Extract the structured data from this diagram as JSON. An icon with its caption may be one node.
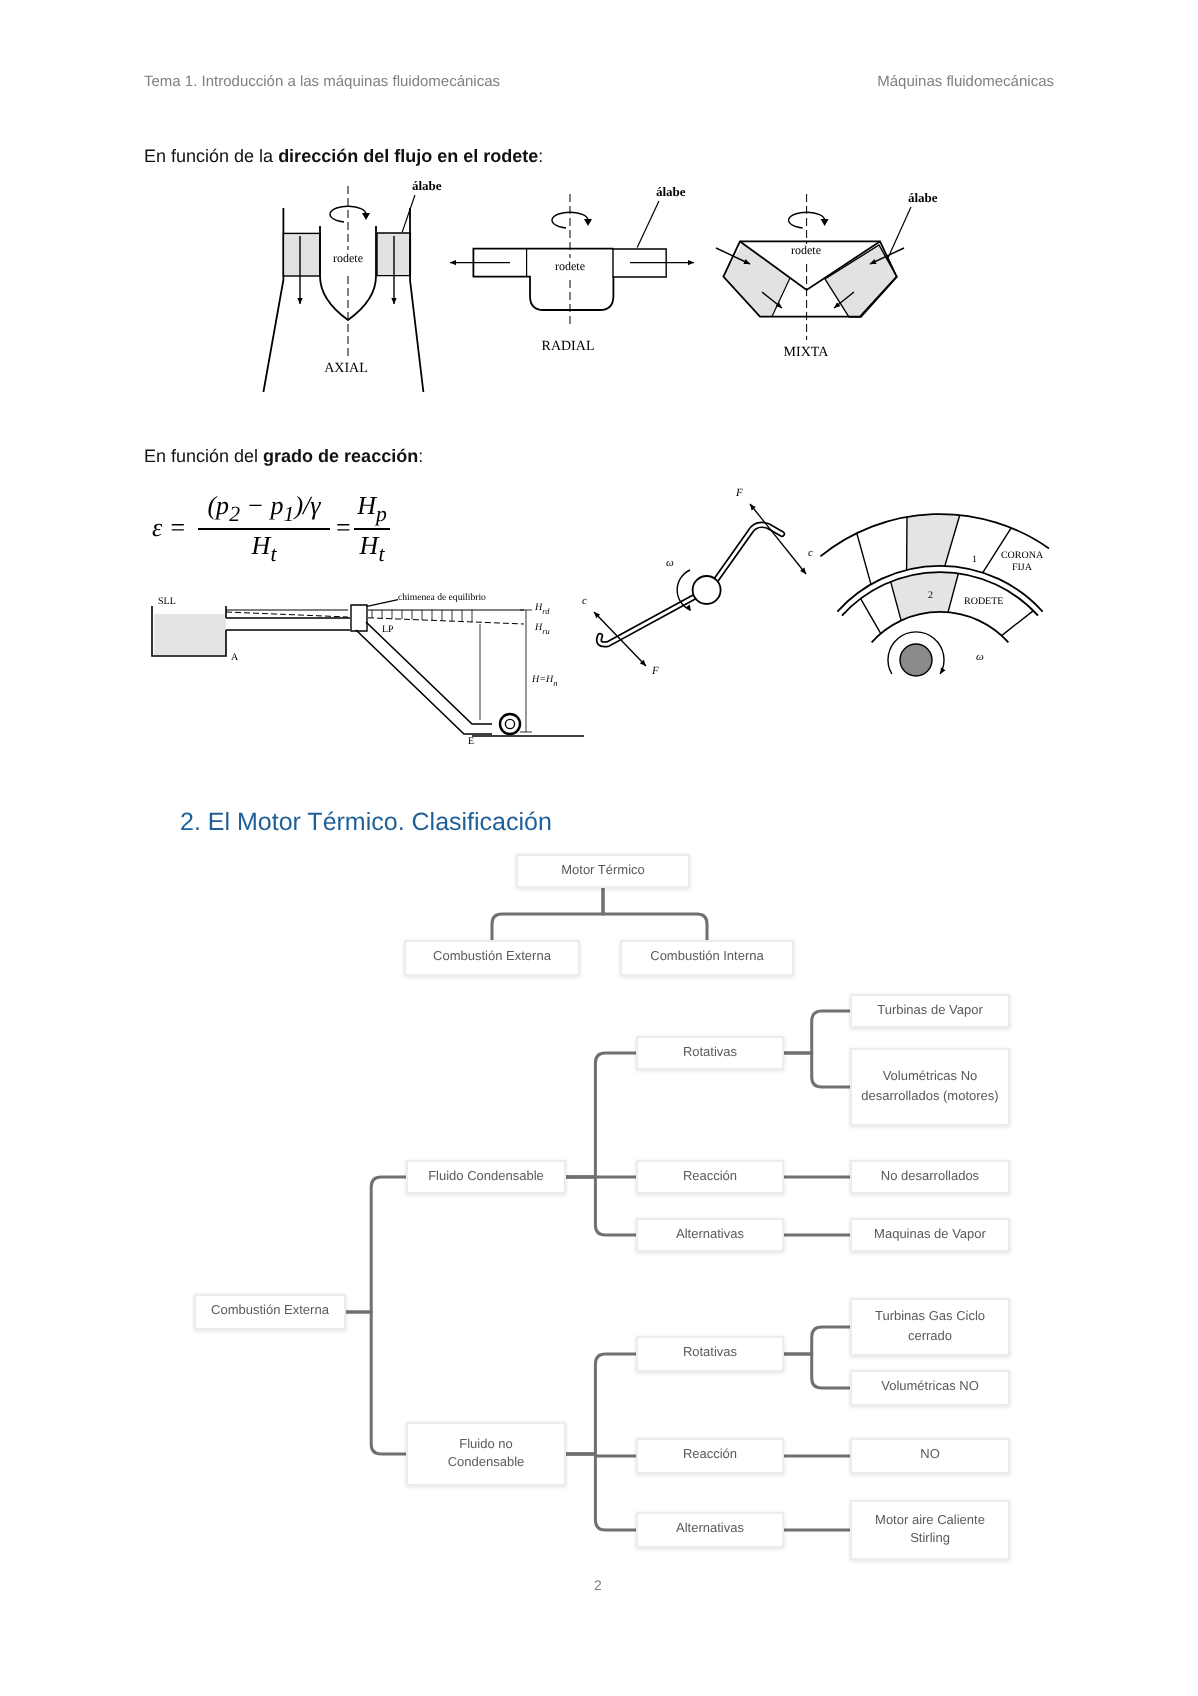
{
  "diagram": {
    "nodes": [
      {
        "text": [
          "álabe"
        ]
      },
      {
        "text": [],
        "shape": "box"
      },
      {
        "text": [
          "álabe"
        ]
      },
      {
        "text": [],
        "shape": "box"
      },
      {
        "text": [
          "álabe"
        ]
      },
      {
        "text": [],
        "shape": "box"
      },
      {
        "text": [
          "chimenea de equilibrio"
        ]
      },
      {
        "text": [],
        "shape": "box"
      },
      {
        "text": [
          "Motor Térmico"
        ]
      },
      {
        "text": [
          "Combustión Externa"
        ]
      },
      {
        "text": [
          "Combustión Interna"
        ]
      },
      {
        "text": [
          "Combustión Externa"
        ]
      },
      {
        "text": [
          "Fluido Condensable"
        ]
      },
      {
        "text": [
          "Rotativas"
        ]
      },
      {
        "text": [
          "Turbinas de Vapor"
        ]
      },
      {
        "text": [
          "Volumétricas No desarrollados (motores)"
        ]
      },
      {
        "text": [
          "Reacción"
        ]
      },
      {
        "text": [
          "No desarrollados"
        ]
      },
      {
        "text": [
          "Alternativas"
        ]
      },
      {
        "text": [
          "Maquinas de Vapor"
        ]
      },
      {
        "text": [
          "Fluido no Condensable"
        ]
      },
      {
        "text": [
          "Rotativas"
        ]
      },
      {
        "text": [
          "Turbinas Gas Ciclo cerrado"
        ]
      },
      {
        "text": [
          "Volumétricas NO"
        ]
      },
      {
        "text": [
          "Reacción"
        ]
      },
      {
        "text": [
          "NO"
        ]
      },
      {
        "text": [
          "Alternativas"
        ]
      },
      {
        "text": [
          "Motor aire Caliente Stirling"
        ]
      }
    ],
    "edges": [
      {
        "from": 0,
        "to": 1,
        "arrow": "none",
        "color": "#000000"
      },
      {
        "from": 2,
        "to": 3,
        "arrow": "none",
        "color": "#000000"
      },
      {
        "from": 4,
        "to": 5,
        "arrow": "none",
        "color": "#000000"
      },
      {
        "from": 6,
        "to": 7,
        "arrow": "none",
        "color": "#000000"
      },
      {
        "from": 8,
        "to": 9,
        "arrow": "none"
      },
      {
        "from": 8,
        "to": 10,
        "arrow": "none"
      },
      {
        "from": 11,
        "to": 12,
        "arrow": "none"
      },
      {
        "from": 11,
        "to": 20,
        "arrow": "none"
      },
      {
        "from": 12,
        "to": 13,
        "arrow": "none"
      },
      {
        "from": 12,
        "to": 16,
        "arrow": "none"
      },
      {
        "from": 12,
        "to": 18,
        "arrow": "none"
      },
      {
        "from": 13,
        "to": 14,
        "arrow": "none"
      },
      {
        "from": 13,
        "to": 15,
        "arrow": "none"
      },
      {
        "from": 16,
        "to": 17,
        "arrow": "none"
      },
      {
        "from": 18,
        "to": 19,
        "arrow": "none"
      },
      {
        "from": 20,
        "to": 21,
        "arrow": "none"
      },
      {
        "from": 20,
        "to": 24,
        "arrow": "none"
      },
      {
        "from": 20,
        "to": 26,
        "arrow": "none"
      },
      {
        "from": 21,
        "to": 22,
        "arrow": "none"
      },
      {
        "from": 21,
        "to": 23,
        "arrow": "none"
      },
      {
        "from": 24,
        "to": 25,
        "arrow": "none"
      },
      {
        "from": 26,
        "to": 27,
        "arrow": "none"
      }
    ],
    "labels": [
      "Tema 1. Introducción a las máquinas fluidomecánicas",
      "Máquinas fluidomecánicas",
      "En función de la **dirección del flujo en el rodete**:",
      "rodete",
      "AXIAL",
      "rodete",
      "RADIAL",
      "rodete",
      "MIXTA",
      "En función del **grado de reacción**:",
      "ε =",
      "(p$_{2}$ − p$_{1}$)/γ",
      "H$_{t}$",
      "=",
      "H$_{p}$",
      "H$_{t}$",
      "SLL",
      "A",
      "LP",
      "H$_{rd}$",
      "H$_{ru}$",
      "H=H$_{n}$",
      "E",
      "F",
      "c",
      "ω",
      "c",
      "F",
      "CORONA FIJA",
      "1",
      "2",
      "RODETE",
      "ω",
      "2. El Motor Térmico. Clasificación",
      "2"
    ]
  }
}
